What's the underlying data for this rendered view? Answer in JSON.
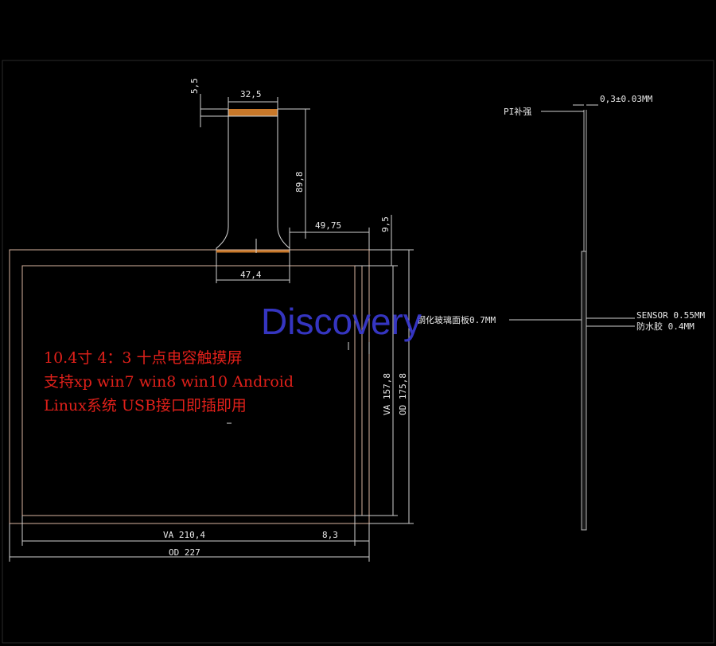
{
  "dimensions": {
    "cable_tab_height": "5,5",
    "cable_connector_width": "32,5",
    "cable_length": "89,8",
    "cable_offset_right": "49,75",
    "cable_base_width": "47,4",
    "top_margin": "9,5",
    "va_height": "VA 157,8",
    "od_height": "OD 175,8",
    "va_width": "VA 210,4",
    "right_margin": "8,3",
    "od_width": "OD 227"
  },
  "layer_labels": {
    "pi_stiffener": "PI补强",
    "pi_thickness": "0,3±0.03MM",
    "glass": "钢化玻璃面板0.7MM",
    "sensor": "SENSOR 0.55MM",
    "adhesive": "防水胶 0.4MM"
  },
  "watermark": "Discovery",
  "description_lines": [
    "10.4寸 4：3 十点电容触摸屏",
    "支持xp win7 win8 win10 Android",
    "Linux系统 USB接口即插即用"
  ],
  "colors": {
    "background": "#000000",
    "text_red": "#e0201a",
    "watermark": "#3b3bd6",
    "connector": "#c8782a"
  }
}
